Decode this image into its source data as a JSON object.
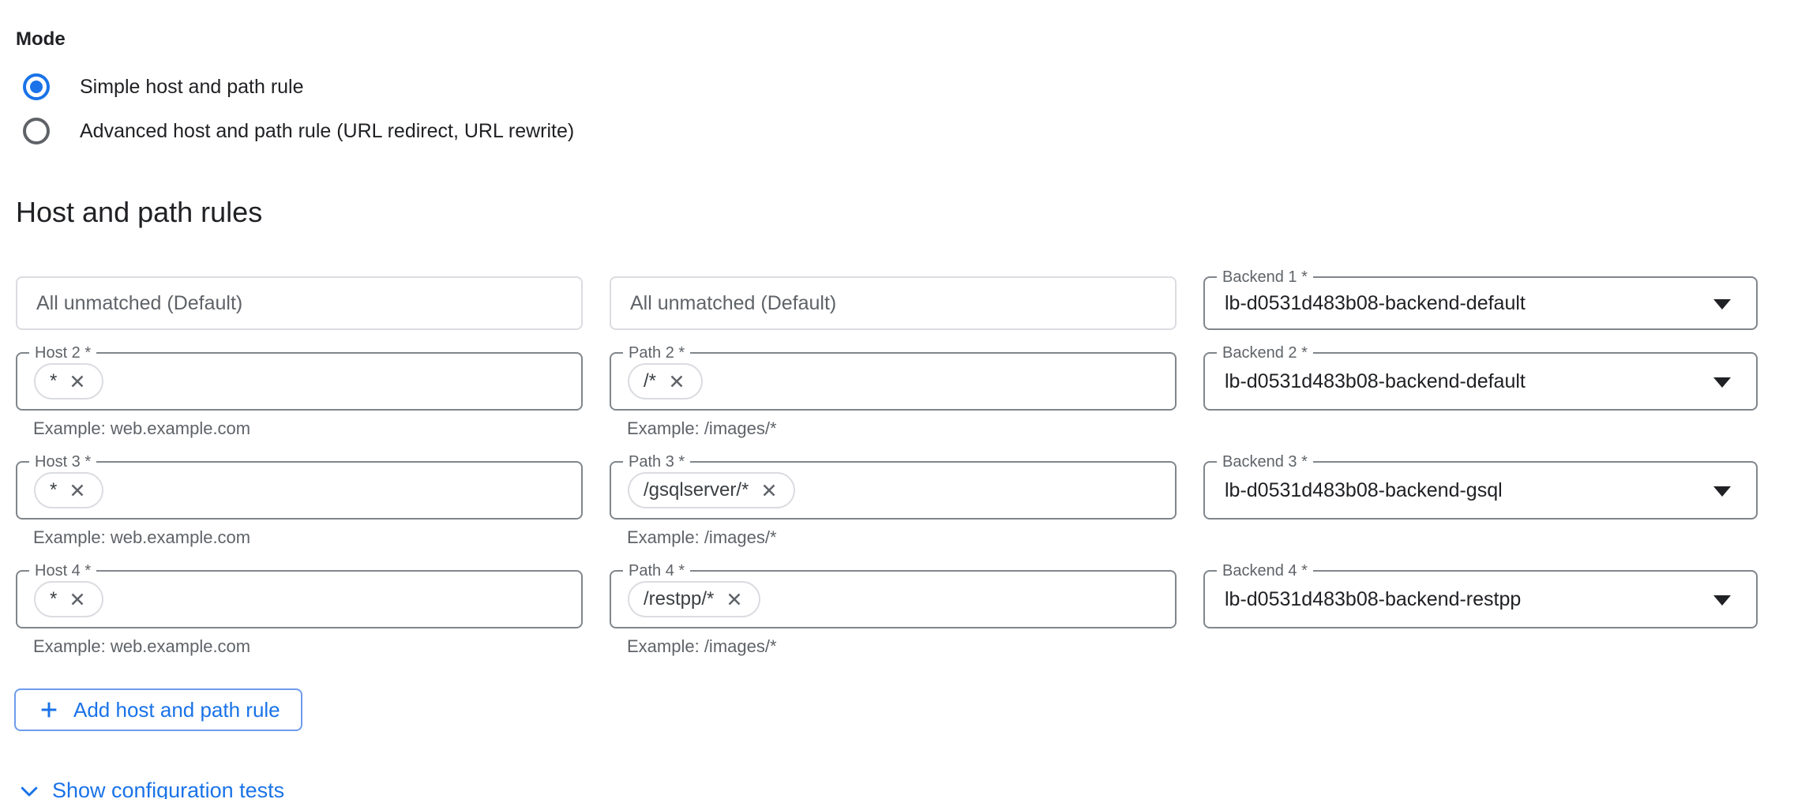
{
  "mode": {
    "label": "Mode",
    "options": [
      {
        "label": "Simple host and path rule",
        "selected": true
      },
      {
        "label": "Advanced host and path rule (URL redirect, URL rewrite)",
        "selected": false
      }
    ]
  },
  "section": {
    "title": "Host and path rules"
  },
  "rules": [
    {
      "host": {
        "text": "All unmatched (Default)"
      },
      "path": {
        "text": "All unmatched (Default)"
      },
      "backend": {
        "label": "Backend 1 *",
        "value": "lb-d0531d483b08-backend-default"
      }
    },
    {
      "host": {
        "label": "Host 2 *",
        "chip": "*",
        "helper": "Example: web.example.com"
      },
      "path": {
        "label": "Path 2 *",
        "chip": "/*",
        "helper": "Example: /images/*"
      },
      "backend": {
        "label": "Backend 2 *",
        "value": "lb-d0531d483b08-backend-default"
      }
    },
    {
      "host": {
        "label": "Host 3 *",
        "chip": "*",
        "helper": "Example: web.example.com"
      },
      "path": {
        "label": "Path 3 *",
        "chip": "/gsqlserver/*",
        "helper": "Example: /images/*"
      },
      "backend": {
        "label": "Backend 3 *",
        "value": "lb-d0531d483b08-backend-gsql"
      }
    },
    {
      "host": {
        "label": "Host 4 *",
        "chip": "*",
        "helper": "Example: web.example.com"
      },
      "path": {
        "label": "Path 4 *",
        "chip": "/restpp/*",
        "helper": "Example: /images/*"
      },
      "backend": {
        "label": "Backend 4 *",
        "value": "lb-d0531d483b08-backend-restpp"
      }
    }
  ],
  "buttons": {
    "add_rule": "Add host and path rule"
  },
  "links": {
    "show_tests": "Show configuration tests"
  },
  "icons": {
    "chip_remove": "close-icon",
    "add": "plus-icon",
    "select": "dropdown-arrow-icon",
    "show_tests": "chevron-down-icon"
  },
  "colors": {
    "accent_blue": "#1a73e8",
    "text_primary": "#202124",
    "text_secondary": "#5f6368",
    "border_light": "#dadce0",
    "border_dark": "#80868b",
    "button_border": "#6d9cec",
    "background": "#ffffff"
  }
}
